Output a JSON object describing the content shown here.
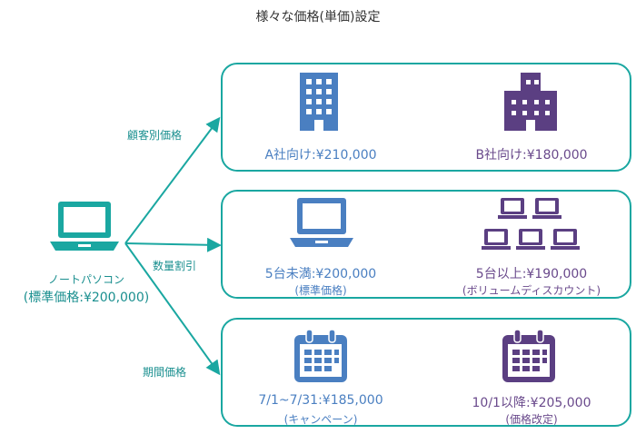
{
  "title": "様々な価格(単価)設定",
  "colors": {
    "teal": "#1aa7a1",
    "blue": "#4a7fc1",
    "purple": "#5b3f82"
  },
  "product": {
    "icon": "laptop-icon",
    "name": "ノートパソコン",
    "price": "(標準価格:¥200,000)"
  },
  "branches": [
    {
      "label": "顧客別価格",
      "items": [
        {
          "icon": "office-building-icon",
          "label": "A社向け:¥210,000",
          "sub": ""
        },
        {
          "icon": "company-building-icon",
          "label": "B社向け:¥180,000",
          "sub": ""
        }
      ]
    },
    {
      "label": "数量割引",
      "items": [
        {
          "icon": "laptop-icon",
          "label": "5台未満:¥200,000",
          "sub": "(標準価格)"
        },
        {
          "icon": "multiple-laptops-icon",
          "label": "5台以上:¥190,000",
          "sub": "(ボリュームディスカウント)"
        }
      ]
    },
    {
      "label": "期間価格",
      "items": [
        {
          "icon": "calendar-icon",
          "label": "7/1~7/31:¥185,000",
          "sub": "(キャンペーン)"
        },
        {
          "icon": "calendar-icon",
          "label": "10/1以降:¥205,000",
          "sub": "(価格改定)"
        }
      ]
    }
  ]
}
